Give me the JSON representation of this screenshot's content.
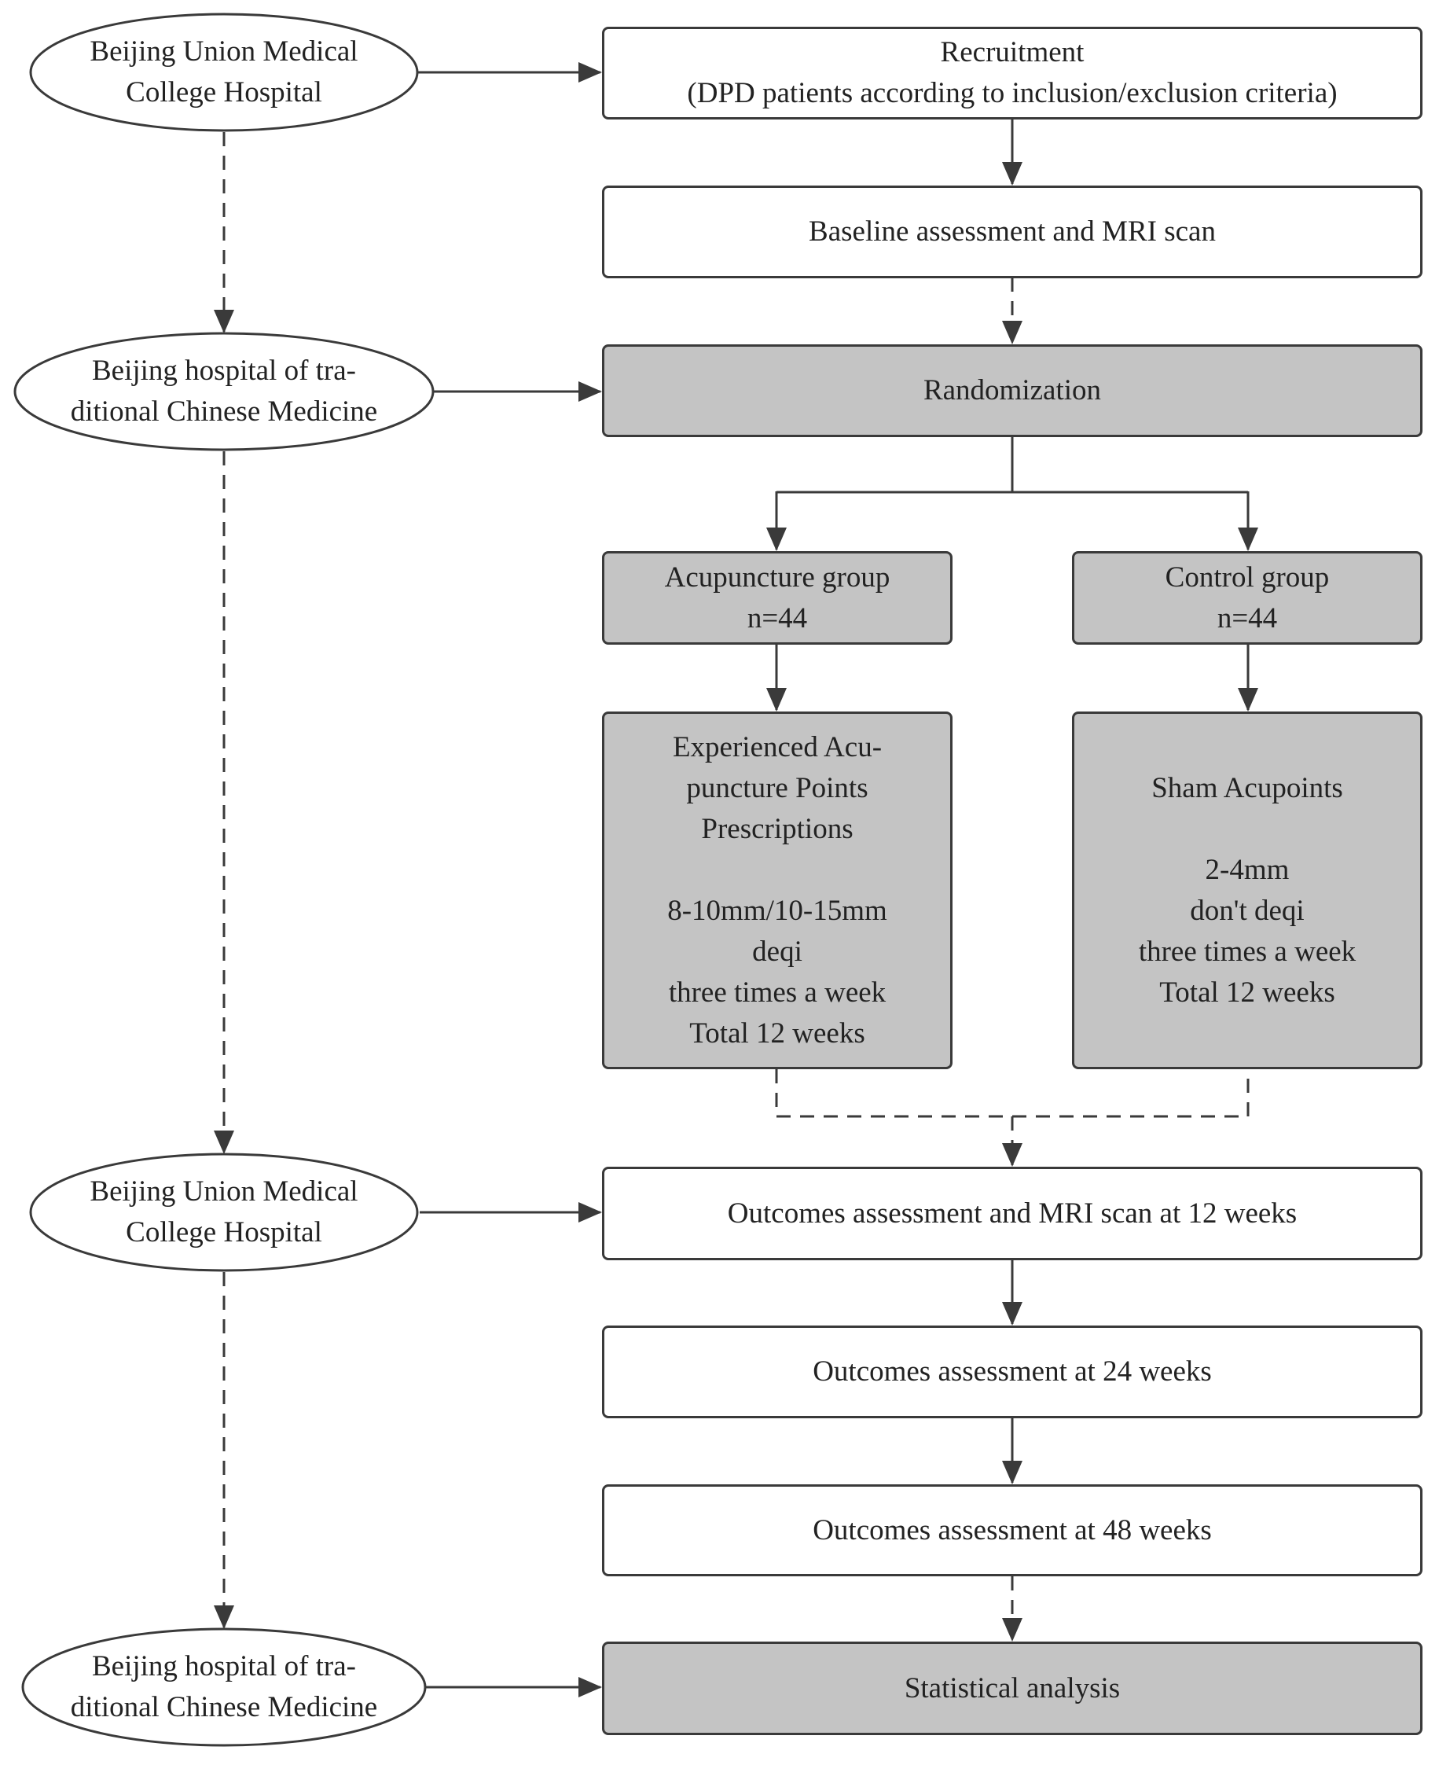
{
  "colors": {
    "stroke": "#3a3a3a",
    "box_fill": "#ffffff",
    "highlight_fill": "#c4c4c4",
    "text": "#222222"
  },
  "sites": {
    "site_1": [
      "Beijing Union Medical",
      "College Hospital"
    ],
    "site_2": [
      "Beijing hospital of tra-",
      "ditional Chinese Medicine"
    ],
    "site_3": [
      "Beijing Union Medical",
      "College Hospital"
    ],
    "site_4": [
      "Beijing hospital of tra-",
      "ditional Chinese Medicine"
    ]
  },
  "steps": {
    "recruitment": [
      "Recruitment",
      "(DPD patients according to inclusion/exclusion criteria)"
    ],
    "baseline": [
      "Baseline assessment and MRI scan"
    ],
    "randomization": [
      "Randomization"
    ],
    "acupuncture_group": [
      "Acupuncture group",
      "n=44"
    ],
    "control_group": [
      "Control group",
      "n=44"
    ],
    "acupuncture_treatment": [
      "Experienced Acu-",
      "puncture Points",
      "Prescriptions",
      "",
      "8-10mm/10-15mm",
      "deqi",
      "three times a week",
      "Total 12 weeks"
    ],
    "sham_treatment": [
      "Sham Acupoints",
      "",
      "2-4mm",
      "don't deqi",
      "three times a week",
      "Total 12 weeks"
    ],
    "outcomes_12": [
      "Outcomes assessment and MRI scan at 12 weeks"
    ],
    "outcomes_24": [
      "Outcomes assessment at 24 weeks"
    ],
    "outcomes_48": [
      "Outcomes assessment at 48 weeks"
    ],
    "statistics": [
      "Statistical analysis"
    ]
  }
}
